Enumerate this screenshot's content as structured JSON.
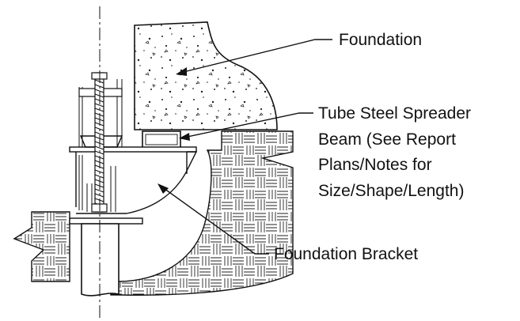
{
  "callouts": {
    "foundation": "Foundation",
    "spreader_beam": [
      "Tube Steel Spreader",
      "Beam (See Report",
      "Plans/Notes for",
      "Size/Shape/Length)"
    ],
    "bracket": "Foundation Bracket"
  },
  "colors": {
    "line": "#111111",
    "background": "#ffffff"
  }
}
